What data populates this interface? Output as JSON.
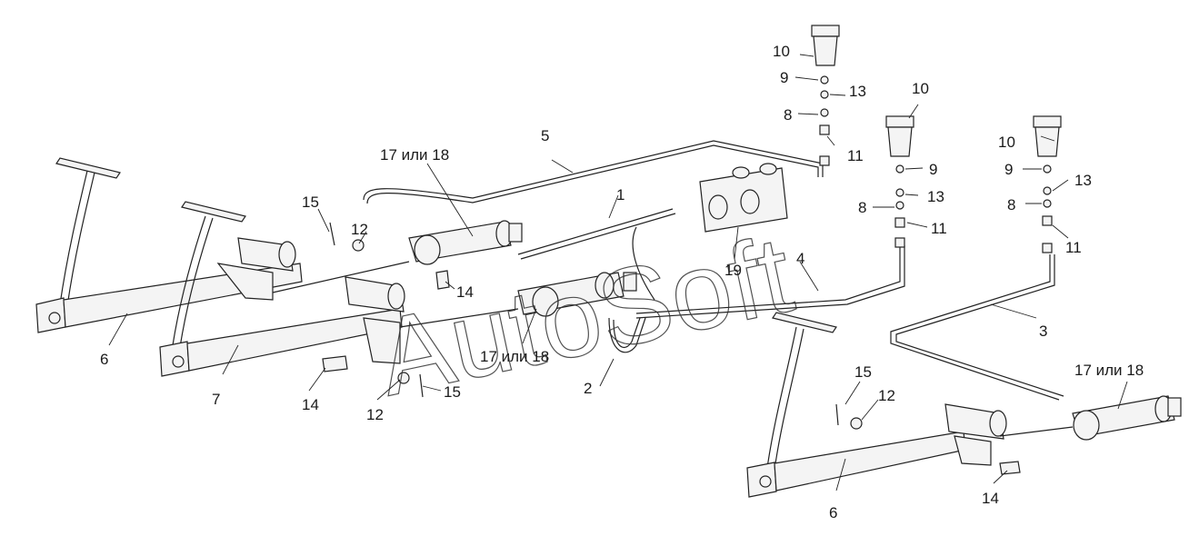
{
  "watermark": "AutoSoft",
  "labels": {
    "l1": "1",
    "l2": "2",
    "l3": "3",
    "l4": "4",
    "l5": "5",
    "l6a": "6",
    "l6b": "6",
    "l7": "7",
    "l8a": "8",
    "l8b": "8",
    "l8c": "8",
    "l9a": "9",
    "l9b": "9",
    "l9c": "9",
    "l10a": "10",
    "l10b": "10",
    "l10c": "10",
    "l11a": "11",
    "l11b": "11",
    "l11c": "11",
    "l12a": "12",
    "l12b": "12",
    "l12c": "12",
    "l13a": "13",
    "l13b": "13",
    "l13c": "13",
    "l14a": "14",
    "l14b": "14",
    "l14c": "14",
    "l15a": "15",
    "l15b": "15",
    "l15c": "15",
    "l1718a": "17 или 18",
    "l1718b": "17 или 18",
    "l1718c": "17 или 18",
    "l19": "19"
  }
}
